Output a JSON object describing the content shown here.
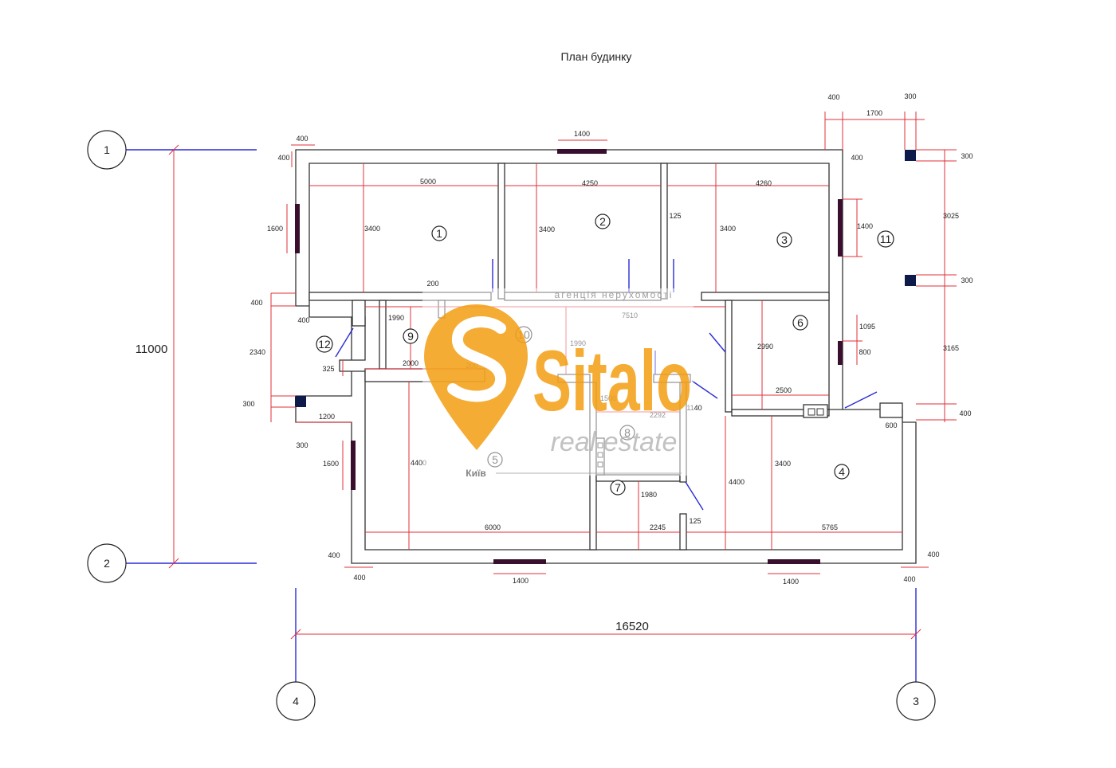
{
  "title": "План будинку",
  "axes": {
    "a1": "1",
    "a2": "2",
    "a3": "3",
    "a4": "4"
  },
  "overall": {
    "height": "11000",
    "width": "16520"
  },
  "rooms": {
    "r1": "1",
    "r2": "2",
    "r3": "3",
    "r4": "4",
    "r5": "5",
    "r6": "6",
    "r7": "7",
    "r8": "8",
    "r9": "9",
    "r10": "10",
    "r11": "11",
    "r12": "12"
  },
  "dims": {
    "d_top_400a": "400",
    "d_left_400a": "400",
    "d_win_top": "1400",
    "d_tr_400": "400",
    "d_tr_1700": "1700",
    "d_tr_300": "300",
    "d_tr_400b": "400",
    "d_r_300a": "300",
    "d_r_3025": "3025",
    "d_r_300b": "300",
    "d_r_3165": "3165",
    "d_r_400": "400",
    "d_5000": "5000",
    "d_4250": "4250",
    "d_4260": "4260",
    "d_3400a": "3400",
    "d_3400b": "3400",
    "d_3400c": "3400",
    "d_125a": "125",
    "d_1600a": "1600",
    "d_1400r": "1400",
    "d_1095": "1095",
    "d_800": "800",
    "d_200a": "200",
    "d_400l": "400",
    "d_400l2": "400",
    "d_2340": "2340",
    "d_1990a": "1990",
    "d_325": "325",
    "d_2000": "2000",
    "d_200b": "200",
    "d_7510": "7510",
    "d_1990b": "1990",
    "d_2990": "2990",
    "d_2500": "2500",
    "d_300l": "300",
    "d_300l2": "300",
    "d_1200": "1200",
    "d_1600b": "1600",
    "d_1500": "1500",
    "d_2292": "2292",
    "d_1140": "1140",
    "d_600": "600",
    "d_4400a": "4400",
    "d_4400b": "4400",
    "d_3400d": "3400",
    "d_1980": "1980",
    "d_6000": "6000",
    "d_2245": "2245",
    "d_125b": "125",
    "d_5765": "5765",
    "d_400bl": "400",
    "d_400bl2": "400",
    "d_1400b1": "1400",
    "d_1400b2": "1400",
    "d_400br": "400",
    "d_400br2": "400"
  },
  "watermark": {
    "brand": "Sitalo",
    "sub": "real estate",
    "tagline": "агенція нерухомості",
    "city": "Київ",
    "color": "#f5a623"
  }
}
